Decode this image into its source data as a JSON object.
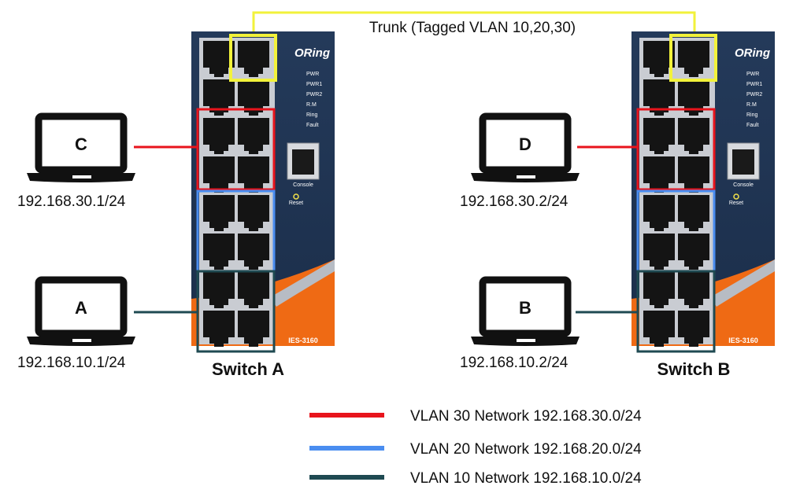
{
  "trunk": {
    "label": "Trunk (Tagged VLAN 10,20,30)",
    "color": "#f2f23a"
  },
  "switches": [
    {
      "name": "Switch A",
      "brand": "ORing",
      "model": "IES-3160",
      "leds": [
        "PWR",
        "PWR1",
        "PWR2",
        "R.M",
        "Ring",
        "Fault"
      ],
      "console_label": "Console",
      "reset_label": "Reset"
    },
    {
      "name": "Switch B",
      "brand": "ORing",
      "model": "IES-3160",
      "leds": [
        "PWR",
        "PWR1",
        "PWR2",
        "R.M",
        "Ring",
        "Fault"
      ],
      "console_label": "Console",
      "reset_label": "Reset"
    }
  ],
  "hosts": [
    {
      "letter": "C",
      "ip": "192.168.30.1/24",
      "vlan": 30
    },
    {
      "letter": "A",
      "ip": "192.168.10.1/24",
      "vlan": 10
    },
    {
      "letter": "D",
      "ip": "192.168.30.2/24",
      "vlan": 30
    },
    {
      "letter": "B",
      "ip": "192.168.10.2/24",
      "vlan": 10
    }
  ],
  "legend": [
    {
      "label": "VLAN 30 Network 192.168.30.0/24",
      "color": "#e8141c"
    },
    {
      "label": "VLAN 20 Network 192.168.20.0/24",
      "color": "#4a8df0"
    },
    {
      "label": "VLAN 10 Network 192.168.10.0/24",
      "color": "#1f4a52"
    }
  ]
}
